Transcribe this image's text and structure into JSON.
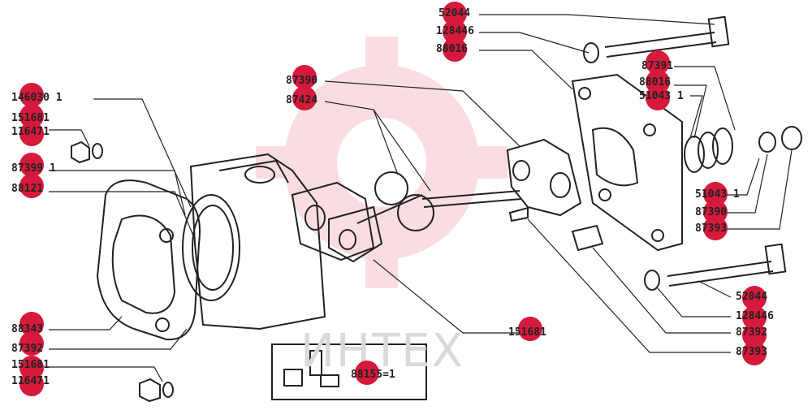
{
  "watermark": {
    "text": "ИНТЕХ",
    "color": "#f2b3ba"
  },
  "accent": "#d7193c",
  "callouts": {
    "left_1": "146030 1",
    "left_2": "151681",
    "left_3": "116471",
    "left_4": "87399 1",
    "left_5": "88121",
    "left_6": "88343",
    "left_7": "87392",
    "left_8": "151681",
    "left_9": "116471",
    "mid_1": "87390",
    "mid_2": "87424",
    "bottom_mid": "151681",
    "kit": "88155=1",
    "top_1": "52044",
    "top_2": "128446",
    "top_3": "88016",
    "right_1": "87391",
    "right_2": "88016",
    "right_3": "51043 1",
    "right_4": "51043 1",
    "right_5": "87390",
    "right_6": "87393",
    "right_7": "52044",
    "right_8": "128446",
    "right_9": "87392",
    "right_10": "87393"
  }
}
